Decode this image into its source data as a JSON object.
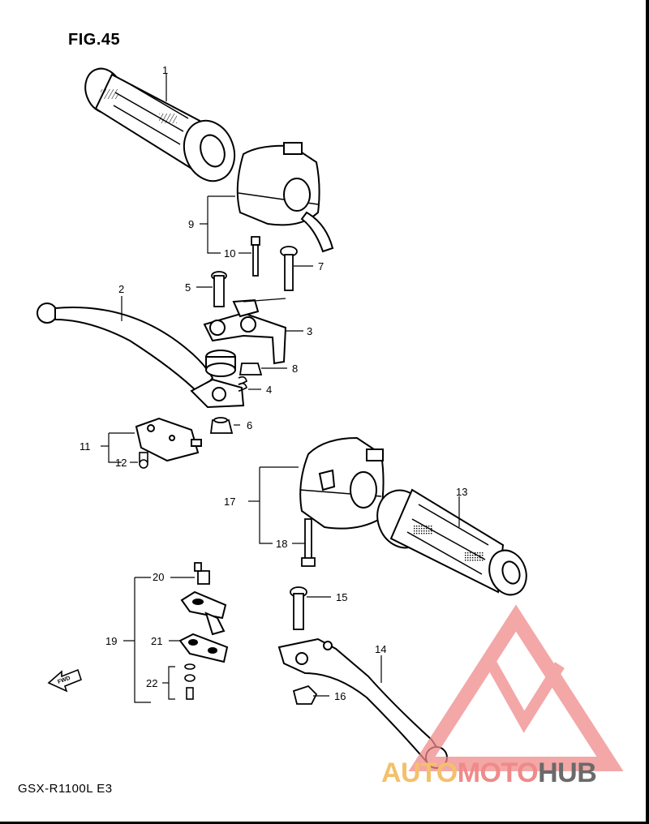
{
  "figure": {
    "title": "FIG.45",
    "model_code": "GSX-R1100L E3"
  },
  "callouts": [
    "1",
    "2",
    "3",
    "4",
    "5",
    "6",
    "7",
    "8",
    "9",
    "10",
    "11",
    "12",
    "13",
    "14",
    "15",
    "16",
    "17",
    "18",
    "19",
    "20",
    "21",
    "22"
  ],
  "watermark": {
    "part1": "AUTO",
    "part2": "MOTO",
    "part3": "HUB",
    "logo": "triangle-m-logo",
    "colors": {
      "yellow": "#f4c06a",
      "red": "#f08a8a",
      "gray": "#6a6a6a"
    }
  },
  "icons": {
    "fwd_arrow": "FWD"
  }
}
